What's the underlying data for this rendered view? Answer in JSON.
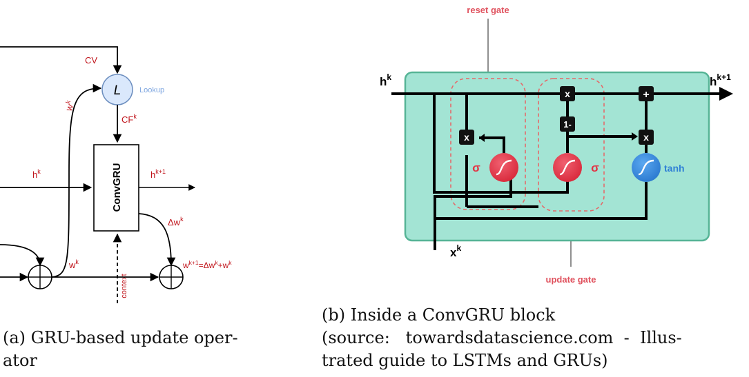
{
  "left": {
    "cv_label": "CV",
    "lookup_letter": "L",
    "lookup_label": "Lookup",
    "cf_base": "CF",
    "cf_sup": "k",
    "wk_diag_base": "w",
    "wk_diag_sup": "k",
    "hk_base": "h",
    "hk_sup": "k",
    "convgru_label": "ConvGRU",
    "hk1_base": "h",
    "hk1_sup": "k+1",
    "dwk_base": "Δw",
    "dwk_sup": "k",
    "wk_base": "w",
    "wk_sup": "k",
    "update_eq": {
      "a": "w",
      "a_sup": "k+1",
      "b": "=Δw",
      "b_sup": "k",
      "c": "+w",
      "c_sup": "k"
    },
    "context_label": "context",
    "caption_line1": "(a) GRU-based update oper-",
    "caption_line2": "ator"
  },
  "right": {
    "reset_gate_label": "reset gate",
    "update_gate_label": "update gate",
    "hk_base": "h",
    "hk_sup": "k",
    "hk1_base": "h",
    "hk1_sup": "k+1",
    "xk_base": "x",
    "xk_sup": "k",
    "sigma_left": "σ",
    "sigma_right": "σ",
    "tanh_label": "tanh",
    "mult_symbol": "x",
    "plus_symbol": "+",
    "one_minus": "1-",
    "caption_line1": "(b) Inside a ConvGRU block",
    "caption_line2": "(source:   towardsdatascience.com  -  Illus-",
    "caption_line3": "trated guide to LSTMs and GRUs)"
  },
  "colors": {
    "red_text": "#c0141b",
    "lookup_fill": "#dae8fc",
    "lookup_stroke": "#6c8ebf",
    "lookup_text": "#7ea6e0",
    "panel_fill": "#a3e4d4",
    "panel_stroke": "#56b496",
    "gate_dash": "#e46a6a",
    "sigma_fill": "#e23344",
    "tanh_fill": "#2f80d6",
    "gate_label": "#e0525e"
  }
}
